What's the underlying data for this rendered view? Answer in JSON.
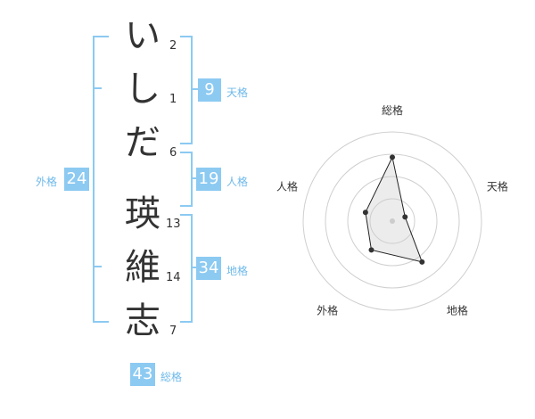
{
  "name_chars": [
    {
      "char": "い",
      "strokes": "2"
    },
    {
      "char": "し",
      "strokes": "1"
    },
    {
      "char": "だ",
      "strokes": "6"
    },
    {
      "char": "瑛",
      "strokes": "13"
    },
    {
      "char": "維",
      "strokes": "14"
    },
    {
      "char": "志",
      "strokes": "7"
    }
  ],
  "fortunes": {
    "tenkaku": {
      "value": "9",
      "label": "天格"
    },
    "jinkaku": {
      "value": "19",
      "label": "人格"
    },
    "chikaku": {
      "value": "34",
      "label": "地格"
    },
    "gaikaku": {
      "value": "24",
      "label": "外格"
    },
    "soukaku": {
      "value": "43",
      "label": "総格"
    }
  },
  "colors": {
    "accent": "#8ccaf2",
    "label": "#6fb9ea",
    "text": "#333333"
  },
  "chart_data": {
    "type": "radar",
    "axes": [
      "総格",
      "天格",
      "地格",
      "外格",
      "人格"
    ],
    "values": [
      43,
      9,
      34,
      24,
      19
    ],
    "rings": 4,
    "grid": true
  }
}
